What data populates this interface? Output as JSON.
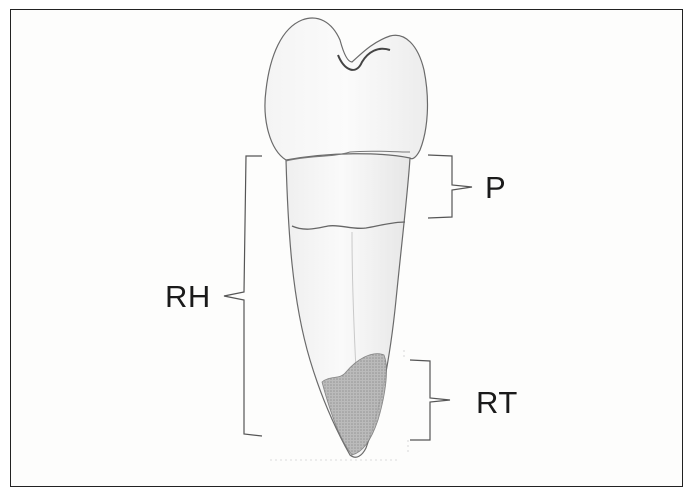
{
  "labels": {
    "rh": "RH",
    "p": "P",
    "rt": "RT"
  },
  "colors": {
    "outline": "#6a6a6a",
    "bracket": "#555555",
    "shading": "#9a9a9a",
    "apex_fill": "#a9a9a9"
  }
}
